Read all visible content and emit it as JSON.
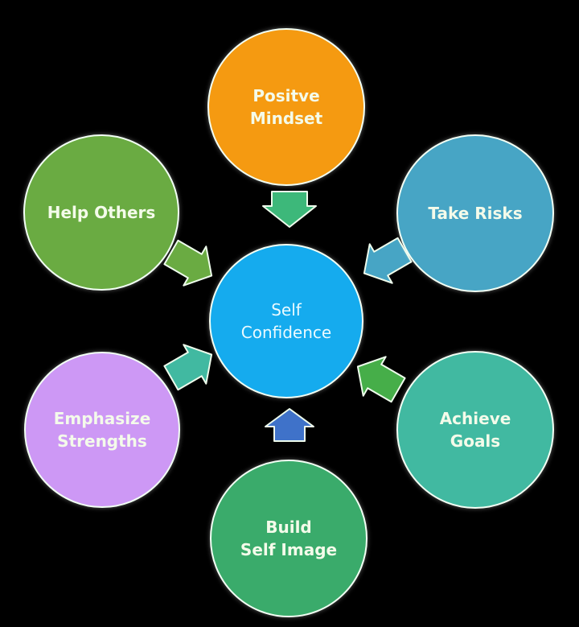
{
  "diagram": {
    "center": {
      "label": "Self\nConfidence",
      "color": "#15abee"
    },
    "nodes": [
      {
        "id": "positive-mindset",
        "label": "Positve\nMindset",
        "color": "#f59a11",
        "arrow_color": "#3db87a",
        "arrow_direction": "down"
      },
      {
        "id": "take-risks",
        "label": "Take Risks",
        "color": "#47a5c5",
        "arrow_color": "#47a5c5",
        "arrow_direction": "down-left"
      },
      {
        "id": "achieve-goals",
        "label": "Achieve\nGoals",
        "color": "#41b9a1",
        "arrow_color": "#46ae49",
        "arrow_direction": "up-left"
      },
      {
        "id": "build-self-image",
        "label": "Build\nSelf Image",
        "color": "#3aab6b",
        "arrow_color": "#3f72c9",
        "arrow_direction": "up"
      },
      {
        "id": "emphasize-strengths",
        "label": "Emphasize\nStrengths",
        "color": "#cd98f5",
        "arrow_color": "#41b9a1",
        "arrow_direction": "up-right"
      },
      {
        "id": "help-others",
        "label": "Help Others",
        "color": "#6aab42",
        "arrow_color": "#6aab42",
        "arrow_direction": "down-right"
      }
    ]
  }
}
